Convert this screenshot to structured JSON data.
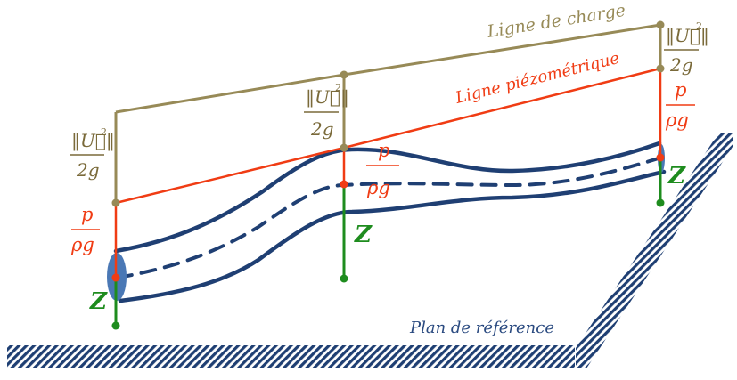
{
  "labels": {
    "charge_line": "Ligne de charge",
    "piezo_line": "Ligne piézométrique",
    "reference_plane": "Plan de référence"
  },
  "terms": {
    "velocity_head_num": "‖U⃗‖",
    "velocity_head_exp": "2",
    "velocity_head_den": "2g",
    "pressure_head_num": "p",
    "pressure_head_den": "ρg",
    "elevation": "Z"
  },
  "colors": {
    "charge_line": "#978a57",
    "piezo_line": "#f03c14",
    "elevation": "#1e8c1e",
    "pipe": "#1f3f73",
    "pipe_section": "#4a78b5",
    "reference_text": "#2a4a80",
    "ground_hatch": "#1f3f73"
  }
}
